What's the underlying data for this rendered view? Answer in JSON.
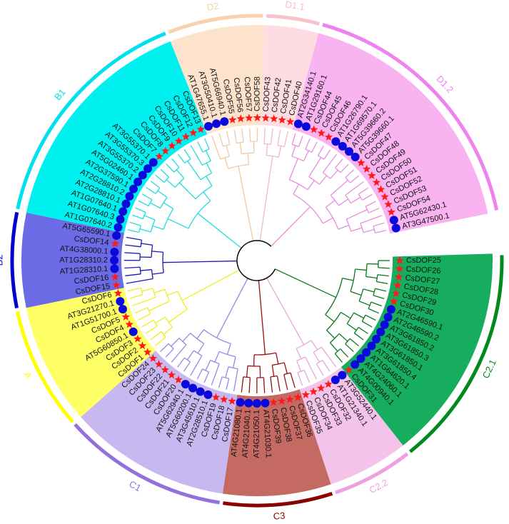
{
  "marker_legend": {
    "star_prefix": "CsDOF",
    "star_color": "#ff1a1a",
    "circle_color": "#0a0adc"
  },
  "root_color": "#000000",
  "clades": [
    {
      "name": "C2.1",
      "wedge": "#17ad5e",
      "arc": "#008a1e",
      "branch": "#0b7a1e",
      "leaves": [
        "CsDOF25",
        "CsDOF26",
        "CsDOF27",
        "CsDOF28",
        "CsDOF29",
        "CsDOF30",
        "AT2G46590.1",
        "AT2G46590.2",
        "AT3G61850.2",
        "AT3G61850.3",
        "AT3G61850.1",
        "AT3G61850.4",
        "AT1G64620.1",
        "AT4G24060.1",
        "AT4G00940.1",
        "CsDOF31"
      ]
    },
    {
      "name": "C2.2",
      "wedge": "#f3c3ea",
      "arc": "#ef9fe0",
      "branch": "#e4a6dc",
      "leaves": [
        "AT3G52440.1",
        "AT1G21340.1",
        "CsDOF32",
        "CsDOF33",
        "CsDOF34",
        "CsDOF35"
      ]
    },
    {
      "name": "C3",
      "wedge": "#c46a63",
      "arc": "#8b0000",
      "branch": "#9a1010",
      "leaves": [
        "CsDOF36",
        "CsDOF37",
        "CsDOF38",
        "CsDOF39",
        "AT4G21030.1",
        "AT4G21050.1",
        "AT4G21040.1",
        "AT4G21080.1"
      ]
    },
    {
      "name": "C1",
      "wedge": "#c8b8f0",
      "arc": "#9370db",
      "branch": "#9a86e0",
      "leaves": [
        "CsDOF17",
        "CsDOF18",
        "CsDOF19",
        "AT2G28510.1",
        "AT3G45610.1",
        "AT5G60200.1",
        "AT5G62940.1",
        "CsDOF20",
        "CsDOF21",
        "CsDOF22",
        "CsDOF23",
        "CsDOF24"
      ]
    },
    {
      "name": "A",
      "wedge": "#ffff66",
      "arc": "#ffff00",
      "branch": "#eeee20",
      "leaves": [
        "CsDOF1",
        "CsDOF2",
        "CsDOF3",
        "AT5G60850.1",
        "CsDOF4",
        "CsDOF5",
        "AT1G51700.1",
        "AT3G21270.1",
        "CsDOF6"
      ]
    },
    {
      "name": "B2",
      "wedge": "#6b6be6",
      "arc": "#0000cd",
      "branch": "#1a1ab0",
      "leaves": [
        "CsDOF15",
        "CsDOF16",
        "AT1G28310.1",
        "AT1G28310.2",
        "AT4G38000.1",
        "CsDOF14",
        "AT5G65590.1"
      ]
    },
    {
      "name": "B1",
      "wedge": "#00f0f0",
      "arc": "#00e0ee",
      "branch": "#22dcdc",
      "leaves": [
        "AT1G07640.2",
        "AT1G07640.3",
        "AT1G07640.1",
        "AT2G28810.1",
        "AT2G28810.2",
        "AT2G37590.1",
        "AT5G02460.1",
        "AT3G55370.2",
        "AT3G55370.3",
        "AT3G55370.1",
        "CsDOF7",
        "CsDOF8",
        "CsDOF9",
        "CsDOF10",
        "CsDOF11",
        "CsDOF12",
        "CsDOF13"
      ]
    },
    {
      "name": "D2",
      "wedge": "#fde3cc",
      "arc": "#f7d2ae",
      "branch": "#f1c9a6",
      "leaves": [
        "AT1G47655.1",
        "AT3G50410.1",
        "AT5G66940.1",
        "CsDOF55",
        "CsDOF56",
        "CsDOF57",
        "CsDOF58"
      ]
    },
    {
      "name": "D1.1",
      "wedge": "#fddde2",
      "arc": "#f8c2cb",
      "branch": "#f0b8c4",
      "leaves": [
        "CsDOF43",
        "CsDOF42",
        "CsDOF41",
        "CsDOF40"
      ]
    },
    {
      "name": "D1.2",
      "wedge": "#f9b3f1",
      "arc": "#ee82ee",
      "branch": "#e58ee0",
      "leaves": [
        "AT2G34140.1",
        "AT1G29160.1",
        "CsDOF44",
        "CsDOF45",
        "CsDOF46",
        "AT1G26790.1",
        "AT1G69570.1",
        "AT5G39660.2",
        "AT5G39660.1",
        "CsDOF47",
        "CsDOF48",
        "CsDOF49",
        "CsDOF50",
        "CsDOF51",
        "CsDOF52",
        "CsDOF53",
        "CsDOF54",
        "AT5G62430.1",
        "AT3G47500.1"
      ]
    }
  ]
}
